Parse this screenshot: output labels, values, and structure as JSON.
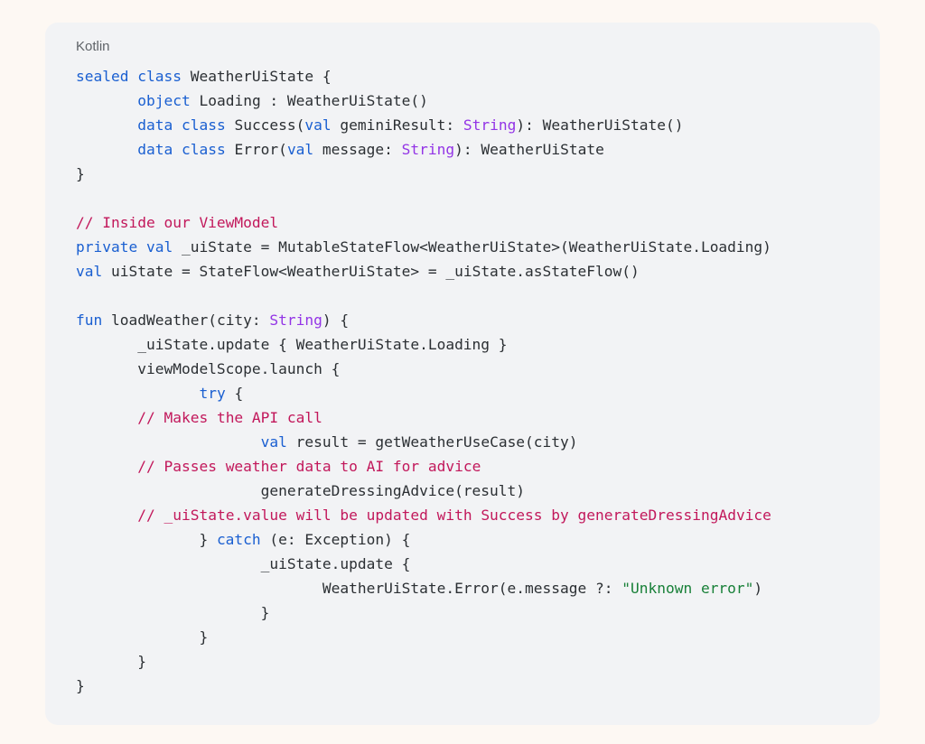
{
  "code_block": {
    "language": "Kotlin",
    "colors": {
      "keyword": "#1a5fd1",
      "type": "#9334e6",
      "comment": "#c2185b",
      "string": "#188038",
      "plain": "#2b2f33"
    },
    "lines": [
      [
        [
          "kw",
          "sealed class"
        ],
        [
          "p",
          " WeatherUiState {"
        ]
      ],
      [
        [
          "p",
          "       "
        ],
        [
          "kw",
          "object"
        ],
        [
          "p",
          " Loading : WeatherUiState()"
        ]
      ],
      [
        [
          "p",
          "       "
        ],
        [
          "kw",
          "data class"
        ],
        [
          "p",
          " Success("
        ],
        [
          "kw",
          "val"
        ],
        [
          "p",
          " geminiResult: "
        ],
        [
          "ty",
          "String"
        ],
        [
          "p",
          "): WeatherUiState()"
        ]
      ],
      [
        [
          "p",
          "       "
        ],
        [
          "kw",
          "data class"
        ],
        [
          "p",
          " Error("
        ],
        [
          "kw",
          "val"
        ],
        [
          "p",
          " message: "
        ],
        [
          "ty",
          "String"
        ],
        [
          "p",
          "): WeatherUiState"
        ]
      ],
      [
        [
          "p",
          "}"
        ]
      ],
      [],
      [
        [
          "cm",
          "// Inside our ViewModel"
        ]
      ],
      [
        [
          "kw",
          "private val"
        ],
        [
          "p",
          " _uiState = MutableStateFlow<WeatherUiState>(WeatherUiState.Loading)"
        ]
      ],
      [
        [
          "kw",
          "val"
        ],
        [
          "p",
          " uiState = StateFlow<WeatherUiState> = _uiState.asStateFlow()"
        ]
      ],
      [],
      [
        [
          "kw",
          "fun"
        ],
        [
          "p",
          " loadWeather(city: "
        ],
        [
          "ty",
          "String"
        ],
        [
          "p",
          ") {"
        ]
      ],
      [
        [
          "p",
          "       _uiState.update { WeatherUiState.Loading }"
        ]
      ],
      [
        [
          "p",
          "       viewModelScope.launch {"
        ]
      ],
      [
        [
          "p",
          "              "
        ],
        [
          "kw",
          "try"
        ],
        [
          "p",
          " {"
        ]
      ],
      [
        [
          "p",
          "       "
        ],
        [
          "cm",
          "// Makes the API call"
        ]
      ],
      [
        [
          "p",
          "                     "
        ],
        [
          "kw",
          "val"
        ],
        [
          "p",
          " result = getWeatherUseCase(city)"
        ]
      ],
      [
        [
          "p",
          "       "
        ],
        [
          "cm",
          "// Passes weather data to AI for advice"
        ]
      ],
      [
        [
          "p",
          "                     generateDressingAdvice(result)"
        ]
      ],
      [
        [
          "p",
          "       "
        ],
        [
          "cm",
          "// _uiState.value will be updated with Success by generateDressingAdvice"
        ]
      ],
      [
        [
          "p",
          "              } "
        ],
        [
          "kw",
          "catch"
        ],
        [
          "p",
          " (e: Exception) {"
        ]
      ],
      [
        [
          "p",
          "                     _uiState.update {"
        ]
      ],
      [
        [
          "p",
          "                            WeatherUiState.Error(e.message ?: "
        ],
        [
          "st",
          "\"Unknown error\""
        ],
        [
          "p",
          ")"
        ]
      ],
      [
        [
          "p",
          "                     }"
        ]
      ],
      [
        [
          "p",
          "              }"
        ]
      ],
      [
        [
          "p",
          "       }"
        ]
      ],
      [
        [
          "p",
          "}"
        ]
      ]
    ]
  }
}
